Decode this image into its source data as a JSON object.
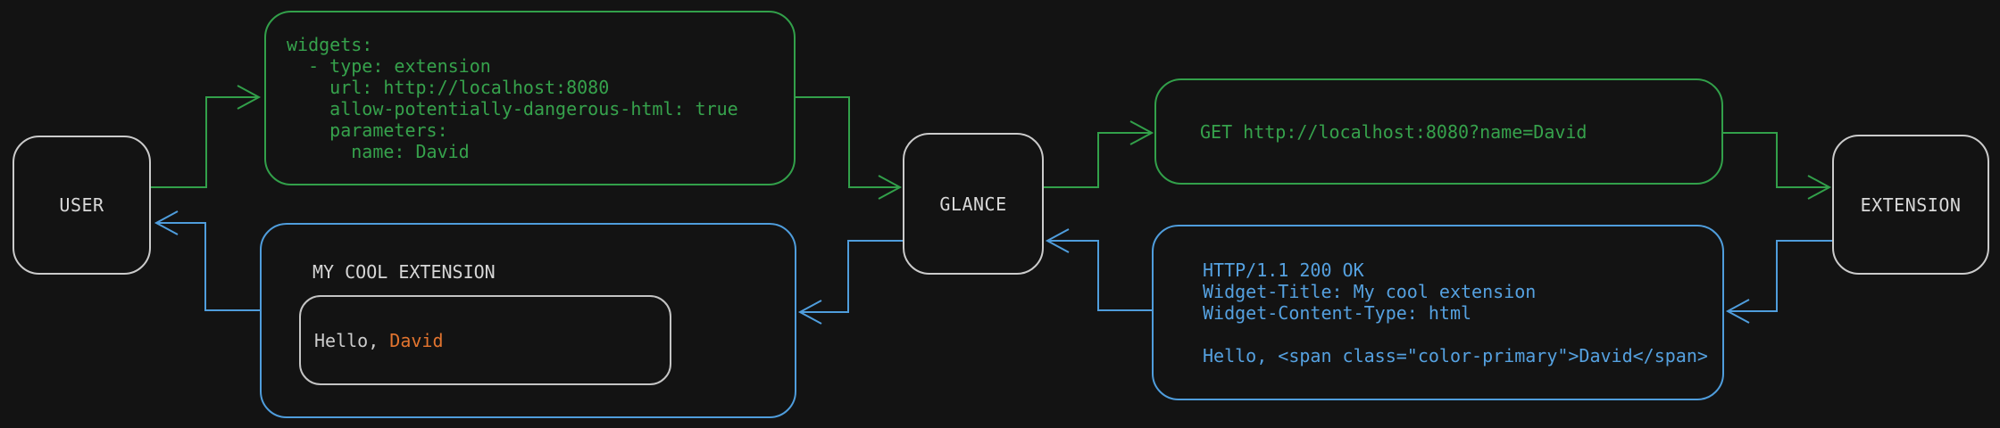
{
  "colors": {
    "background": "#131313",
    "request_green": "#32a04a",
    "response_blue": "#4f9ddc",
    "node_border": "#cbcbcb",
    "node_text": "#d9d9d9",
    "highlight_orange": "#e2742f"
  },
  "nodes": {
    "user": {
      "label": "USER"
    },
    "glance": {
      "label": "GLANCE"
    },
    "extension": {
      "label": "EXTENSION"
    }
  },
  "config_box": {
    "lines": [
      "widgets:",
      "  - type: extension",
      "    url: http://localhost:8080",
      "    allow-potentially-dangerous-html: true",
      "    parameters:",
      "      name: David"
    ]
  },
  "request_box": {
    "text": "GET http://localhost:8080?name=David"
  },
  "response_box": {
    "lines": [
      "HTTP/1.1 200 OK",
      "Widget-Title: My cool extension",
      "Widget-Content-Type: html",
      "",
      "Hello, <span class=\"color-primary\">David</span>"
    ]
  },
  "widget_box": {
    "title": "MY COOL EXTENSION",
    "hello_prefix": "Hello, ",
    "hello_name": "David"
  }
}
